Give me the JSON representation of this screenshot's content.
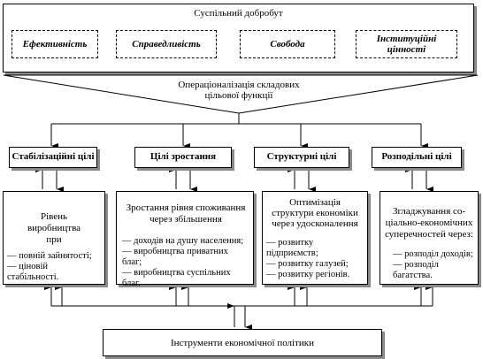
{
  "welfare": {
    "title": "Суспільний добробут",
    "values": [
      "Ефективність",
      "Справедливість",
      "Свобода",
      "Інституційні цінності"
    ]
  },
  "operationalization": "Операціоналізація складових цільової функції",
  "goals": [
    {
      "title": "Стабілізаційні цілі",
      "heading": "Рівень виробництва при",
      "items": [
        "— повній зайнятості;",
        "— ціновій стабільності."
      ]
    },
    {
      "title": "Цілі зростання",
      "heading": "Зростання рівня споживання через збільшення",
      "items": [
        "— доходів на душу населення;",
        "— виробництва приватних благ;",
        "— виробництва суспільних благ."
      ]
    },
    {
      "title": "Структурні цілі",
      "heading": "Оптимізація структури економіки через удосконалення",
      "items": [
        "— розвитку підприємств;",
        "— розвитку галузей;",
        "— розвитку регіонів."
      ]
    },
    {
      "title": "Розподільні цілі",
      "heading": "Згладжування со-ціально-економічних суперечностей через:",
      "items": [
        "— розподіл доходів;",
        "— розподіл багатства."
      ]
    }
  ],
  "tools": "Інструменти економічної політики"
}
